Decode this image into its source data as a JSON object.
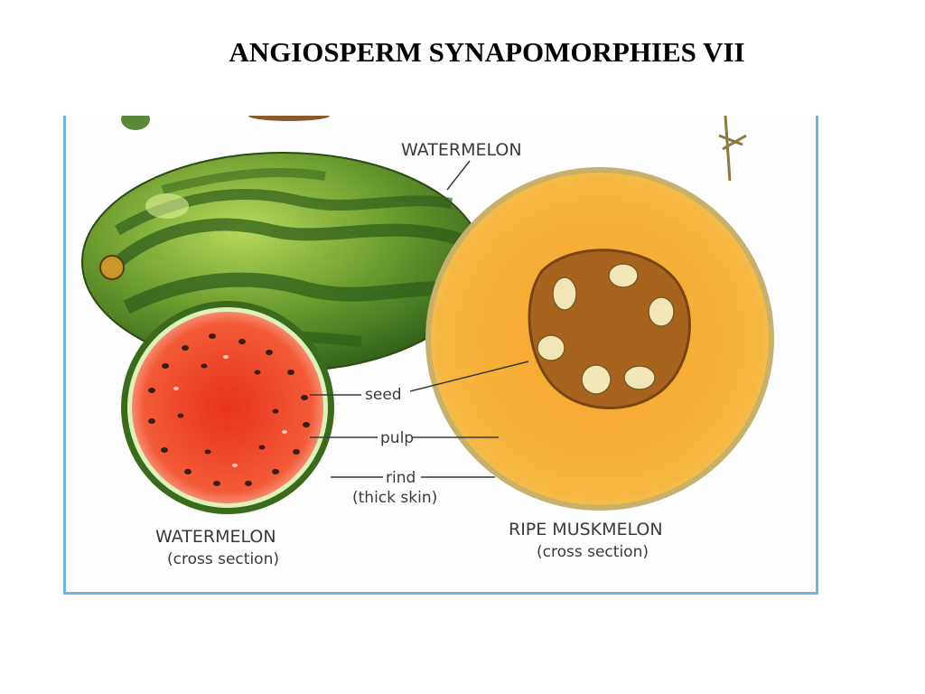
{
  "slide": {
    "title": "ANGIOSPERM SYNAPOMORPHIES VII"
  },
  "labels": {
    "whole_fruit": "WATERMELON",
    "seed": "seed",
    "pulp": "pulp",
    "rind": "rind",
    "rind_note": "(thick skin)",
    "watermelon_caption": "WATERMELON",
    "watermelon_caption_sub": "(cross section)",
    "muskmelon_caption": "RIPE MUSKMELON",
    "muskmelon_caption_sub": "(cross section)"
  },
  "colors": {
    "frame": "#6fb3df",
    "watermelon_rind": "#3f7a22",
    "watermelon_stripe": "#2f5e1a",
    "watermelon_flesh": "#f0462a",
    "muskmelon_flesh": "#f5b13a",
    "muskmelon_center": "#a8641f",
    "seed_dark": "#3a1d14"
  }
}
